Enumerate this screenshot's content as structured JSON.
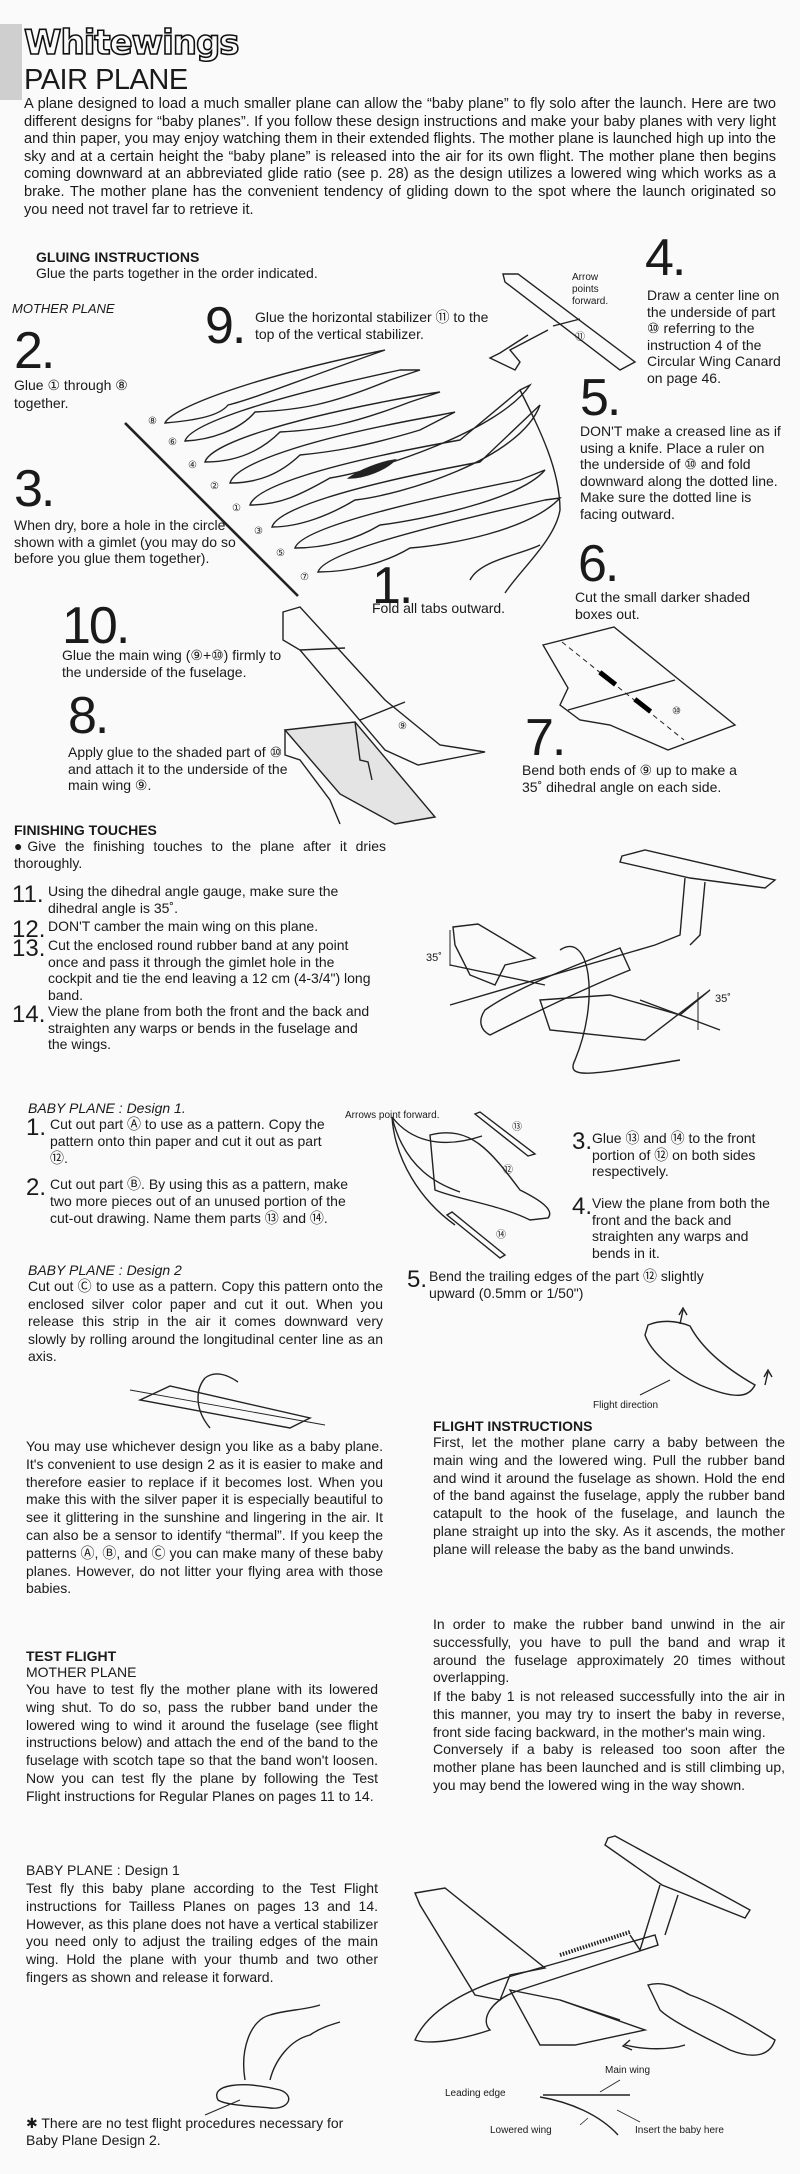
{
  "header": {
    "brand": "Whitewings",
    "title": "PAIR PLANE",
    "intro": "A plane designed to load a much smaller plane can allow the “baby plane” to fly solo after the launch. Here are two different designs for “baby planes”. If you follow these design instructions and make your baby planes with very light and thin paper, you may enjoy watching them in their extended flights. The mother plane is launched high up into the sky and at a certain height the “baby plane” is released into the air for its own flight. The mother plane then begins coming downward at an abbreviated glide ratio (see p. 28) as the design utilizes a lowered wing which works as a brake. The mother plane has the convenient tendency of gliding down to the spot where the launch originated so you need not travel far to retrieve it."
  },
  "gluing": {
    "heading": "GLUING INSTRUCTIONS",
    "subheading": "Glue the parts together in the order indicated.",
    "section_label": "MOTHER PLANE",
    "steps": {
      "s1": {
        "num": "1.",
        "text": "Fold all tabs outward."
      },
      "s2": {
        "num": "2.",
        "text": "Glue ① through ⑧ together."
      },
      "s3": {
        "num": "3.",
        "text": "When dry, bore a hole in the circle shown with a gimlet (you may do so before you glue them together)."
      },
      "s4": {
        "num": "4.",
        "text": "Draw a center line on the underside of part ⑩ referring to the instruction 4 of the Circular Wing Canard on page 46."
      },
      "s5": {
        "num": "5.",
        "text": "DON'T make a creased line as if using a knife. Place a ruler on the underside of ⑩ and fold downward along the dotted line. Make sure the dotted line is facing outward."
      },
      "s6": {
        "num": "6.",
        "text": "Cut the small darker shaded boxes out."
      },
      "s7": {
        "num": "7.",
        "text": "Bend both ends of ⑨ up to make a 35˚ dihedral angle on each side."
      },
      "s8": {
        "num": "8.",
        "text": "Apply glue to the shaded part of ⑩ and attach it to the underside of the main wing ⑨."
      },
      "s9": {
        "num": "9.",
        "text": "Glue the horizontal stabilizer ⑪ to the top of the vertical stabilizer."
      },
      "s10": {
        "num": "10.",
        "text": "Glue the main wing (⑨+⑩) firmly to the underside of the fuselage."
      }
    },
    "diagram_labels": {
      "arrow_note": "Arrow points forward.",
      "part11": "⑪",
      "part10": "⑩",
      "part9": "⑨",
      "layers": [
        "⑧",
        "⑥",
        "④",
        "②",
        "①",
        "③",
        "⑤",
        "⑦"
      ]
    }
  },
  "finishing": {
    "heading": "FINISHING TOUCHES",
    "bullet": "Give the finishing touches to the plane after it dries thoroughly.",
    "steps": [
      {
        "num": "11.",
        "text": "Using the dihedral angle gauge, make sure the dihedral angle is 35˚."
      },
      {
        "num": "12.",
        "text": "DON'T camber the main wing on this plane."
      },
      {
        "num": "13.",
        "text": "Cut the enclosed round rubber band at any point once and pass it through the gimlet hole in the cockpit and tie the end leaving a 12 cm (4-3/4\") long band."
      },
      {
        "num": "14.",
        "text": "View the plane from both the front and the back and straighten any warps or bends in the fuselage and the wings."
      }
    ],
    "angle_left": "35˚",
    "angle_right": "35˚"
  },
  "baby": {
    "design1_label": "BABY PLANE : Design 1.",
    "design1_steps": [
      {
        "num": "1.",
        "text": "Cut out part Ⓐ to use as a pattern. Copy the pattern onto thin paper and cut it out as part ⑫."
      },
      {
        "num": "2.",
        "text": "Cut out part Ⓑ. By using this as a pattern, make two more pieces out of an unused portion of the cut-out drawing. Name them parts ⑬ and ⑭."
      },
      {
        "num": "3.",
        "text": "Glue ⑬ and ⑭ to the front portion of ⑫ on both sides respectively."
      },
      {
        "num": "4.",
        "text": "View the plane from both the front and the back and straighten any warps and bends in it."
      },
      {
        "num": "5.",
        "text": "Bend the trailing edges of the part ⑫ slightly upward (0.5mm or 1/50\")"
      }
    ],
    "arrows_note": "Arrows point forward.",
    "parts": [
      "⑬",
      "⑫",
      "⑭"
    ],
    "flight_direction": "Flight direction",
    "design2_label": "BABY PLANE : Design 2",
    "design2_text": "Cut out Ⓒ to use as a pattern. Copy this pattern onto the enclosed silver color paper and cut it out. When you release this strip in the air it comes downward very slowly by rolling around the longitudinal center line as an axis.",
    "choice_text": "You may use whichever design you like as a baby plane. It's convenient to use design 2 as it is easier to make and therefore easier to replace if it becomes lost. When you make this with the silver paper it is especially beautiful to see it glittering in the sunshine and lingering in the air. It can also be a sensor to identify “thermal”. If you keep the patterns Ⓐ, Ⓑ, and Ⓒ you can make many of these baby planes. However, do not litter your flying area with those babies."
  },
  "test_flight": {
    "heading": "TEST FLIGHT",
    "mother_label": "MOTHER PLANE",
    "mother_text": "You have to test fly the mother plane with its lowered wing shut. To do so, pass the rubber band under the lowered wing to wind it around the fuselage (see flight instructions below) and attach the end of the band to the fuselage with scotch tape so that the band won't loosen. Now you can test fly the plane by following the Test Flight instructions for Regular Planes on pages 11 to 14.",
    "baby_label": "BABY PLANE : Design 1",
    "baby_text": "Test fly this baby plane according to the Test Flight instructions for Tailless Planes on pages 13 and 14. However, as this plane does not have a vertical stabilizer you need only to adjust the trailing edges of the main wing. Hold the plane with your thumb and two other fingers as shown and release it forward.",
    "note": "✱ There are no test flight procedures necessary for Baby Plane Design 2."
  },
  "flight": {
    "heading": "FLIGHT INSTRUCTIONS",
    "p1": "First, let the mother plane carry a baby between the main wing and the lowered wing. Pull the rubber band and wind it around the fuselage as shown. Hold the end of the band against the fuselage, apply the rubber band catapult to the hook of the fuselage, and launch the plane straight up into the sky. As it ascends, the mother plane will release the baby as the band unwinds.",
    "p2": "In order to make the rubber band unwind in the air successfully, you have to pull the band and wrap it around the fuselage approximately 20 times without overlapping.",
    "p3": "If the baby 1 is not released successfully into the air in this manner, you may try to insert the baby in reverse, front side facing backward, in the mother's main wing.",
    "p4": "Conversely if a baby is released too soon after the mother plane has been launched and is still climbing up, you may bend the lowered wing in the way shown.",
    "labels": {
      "main_wing": "Main wing",
      "leading_edge": "Leading edge",
      "lowered_wing": "Lowered wing",
      "insert": "Insert the baby here"
    }
  }
}
